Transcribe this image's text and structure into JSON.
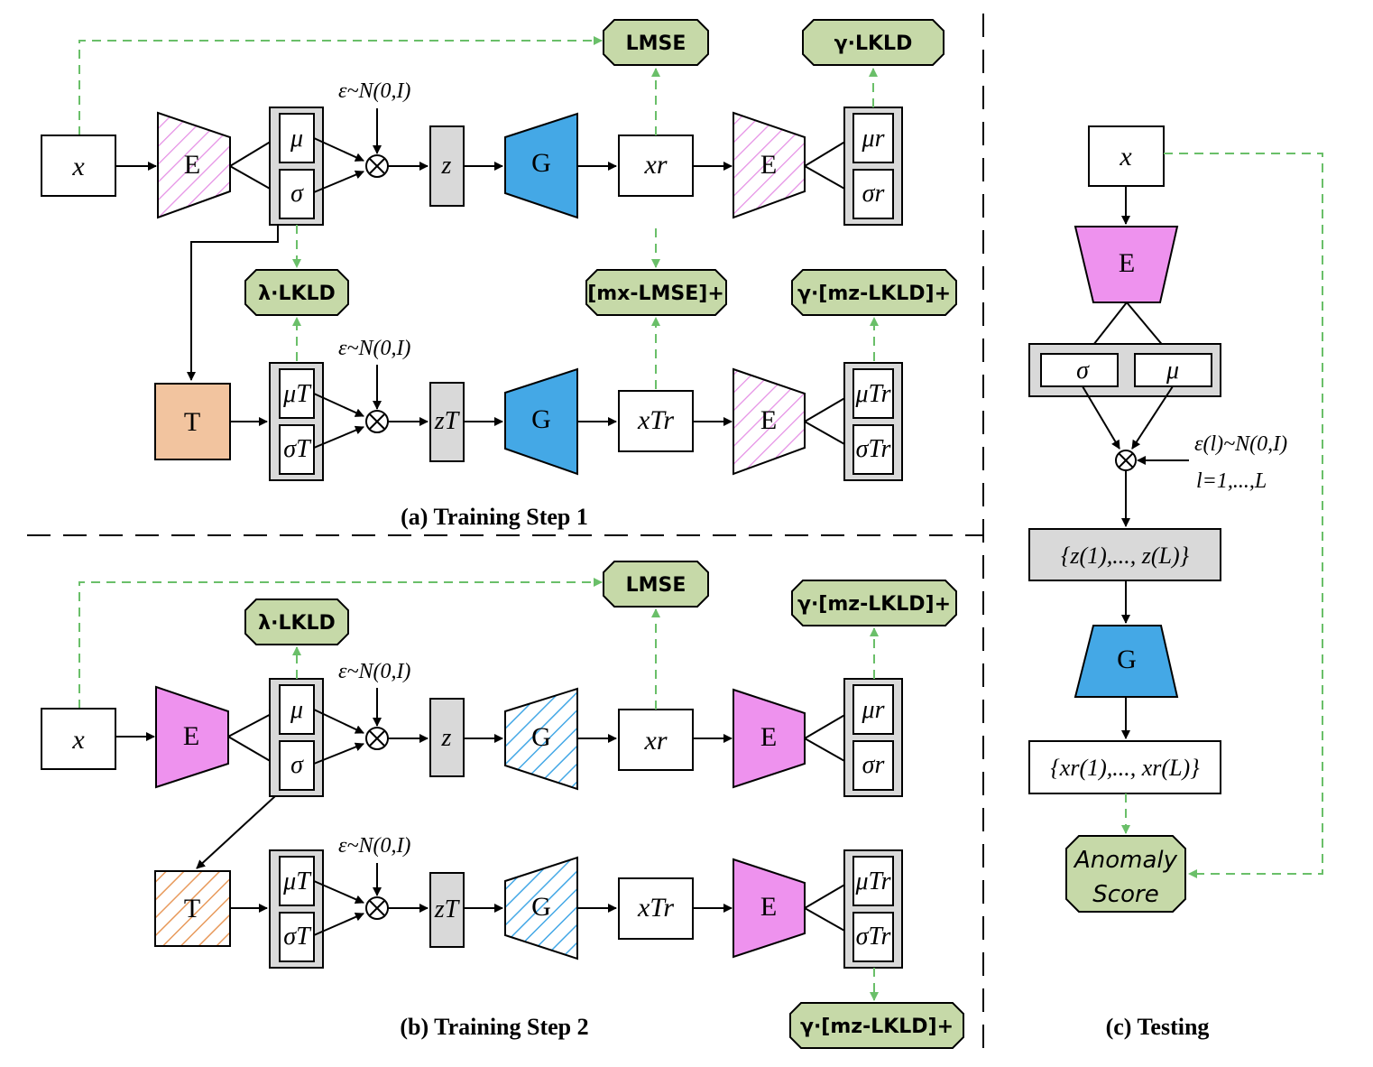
{
  "captions": {
    "a": "(a) Training Step 1",
    "b": "(b) Training Step 2",
    "c": "(c)  Testing"
  },
  "nodes": {
    "x": "x",
    "E": "E",
    "G": "G",
    "T": "T",
    "mu": "μ",
    "sigma": "σ",
    "mu_T": "μT",
    "sigma_T": "σT",
    "z": "z",
    "z_T": "zT",
    "x_r": "xr",
    "x_Tr": "xTr",
    "mu_r": "μr",
    "sigma_r": "σr",
    "mu_Tr": "μTr",
    "sigma_Tr": "σTr",
    "noise": "ε~N(0,I)",
    "noise_l": "ε(l)~N(0,I)",
    "l_range": "l=1,...,L",
    "z_set": "{z(1),..., z(L)}",
    "xr_set": "{xr(1),..., xr(L)}"
  },
  "losses": {
    "mse": "LMSE",
    "gamma_kld": "γ·LKLD",
    "lambda_kld": "λ·LKLD",
    "hinge_mse": "[mx-LMSE]+",
    "hinge_kld": "γ·[mz-LKLD]+"
  },
  "anomaly": [
    "Anomaly",
    "Score"
  ],
  "colors": {
    "encoder_fill": "#ee92ee",
    "generator_fill": "#44a8e6",
    "transform_fill": "#f2c49f",
    "loss_fill": "#c6d9a8",
    "gray_box": "#d9d9d9",
    "green_arrow": "#6abf69"
  }
}
